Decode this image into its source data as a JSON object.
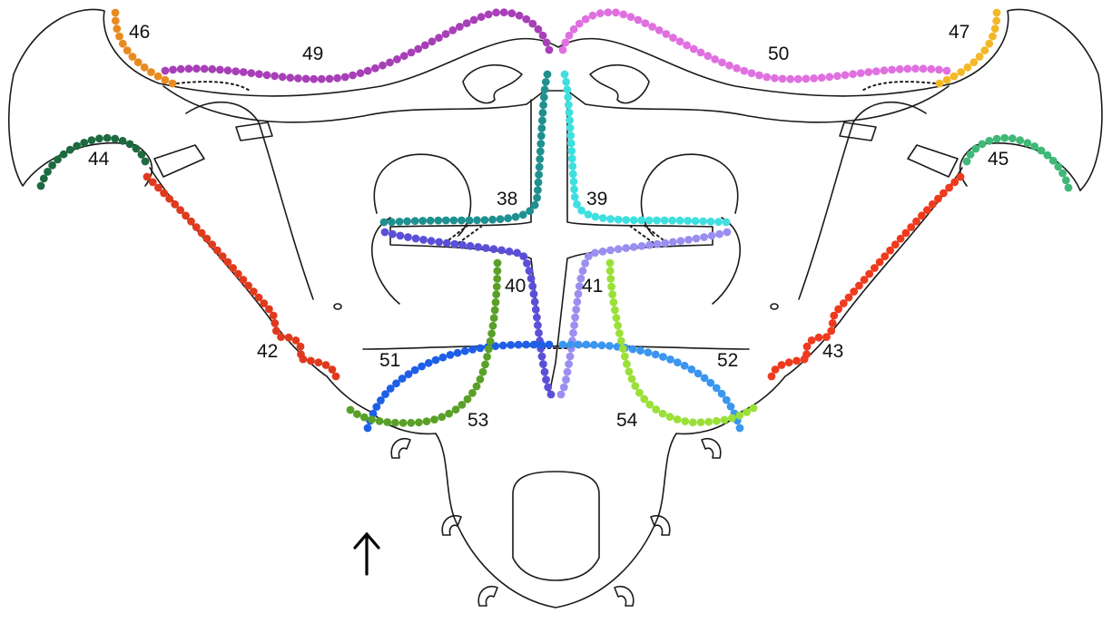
{
  "figure": {
    "arrow": "up-arrow-icon"
  },
  "labels": {
    "l38": "38",
    "l39": "39",
    "l40": "40",
    "l41": "41",
    "l42": "42",
    "l43": "43",
    "l44": "44",
    "l45": "45",
    "l46": "46",
    "l47": "47",
    "l49": "49",
    "l50": "50",
    "l51": "51",
    "l52": "52",
    "l53": "53",
    "l54": "54"
  },
  "muscles": [
    {
      "id": "38",
      "color": "#1f9090"
    },
    {
      "id": "39",
      "color": "#3fdfe0"
    },
    {
      "id": "40",
      "color": "#5a50d8"
    },
    {
      "id": "41",
      "color": "#9a8ff0"
    },
    {
      "id": "42",
      "color": "#e03a1e"
    },
    {
      "id": "43",
      "color": "#ef3a1e"
    },
    {
      "id": "44",
      "color": "#1e6a40"
    },
    {
      "id": "45",
      "color": "#3fb878"
    },
    {
      "id": "46",
      "color": "#e88a20"
    },
    {
      "id": "47",
      "color": "#f2b828"
    },
    {
      "id": "49",
      "color": "#a83fb8"
    },
    {
      "id": "50",
      "color": "#e070e0"
    },
    {
      "id": "51",
      "color": "#1f5fe8"
    },
    {
      "id": "52",
      "color": "#3a96f0"
    },
    {
      "id": "53",
      "color": "#5aa028"
    },
    {
      "id": "54",
      "color": "#9ae038"
    }
  ]
}
